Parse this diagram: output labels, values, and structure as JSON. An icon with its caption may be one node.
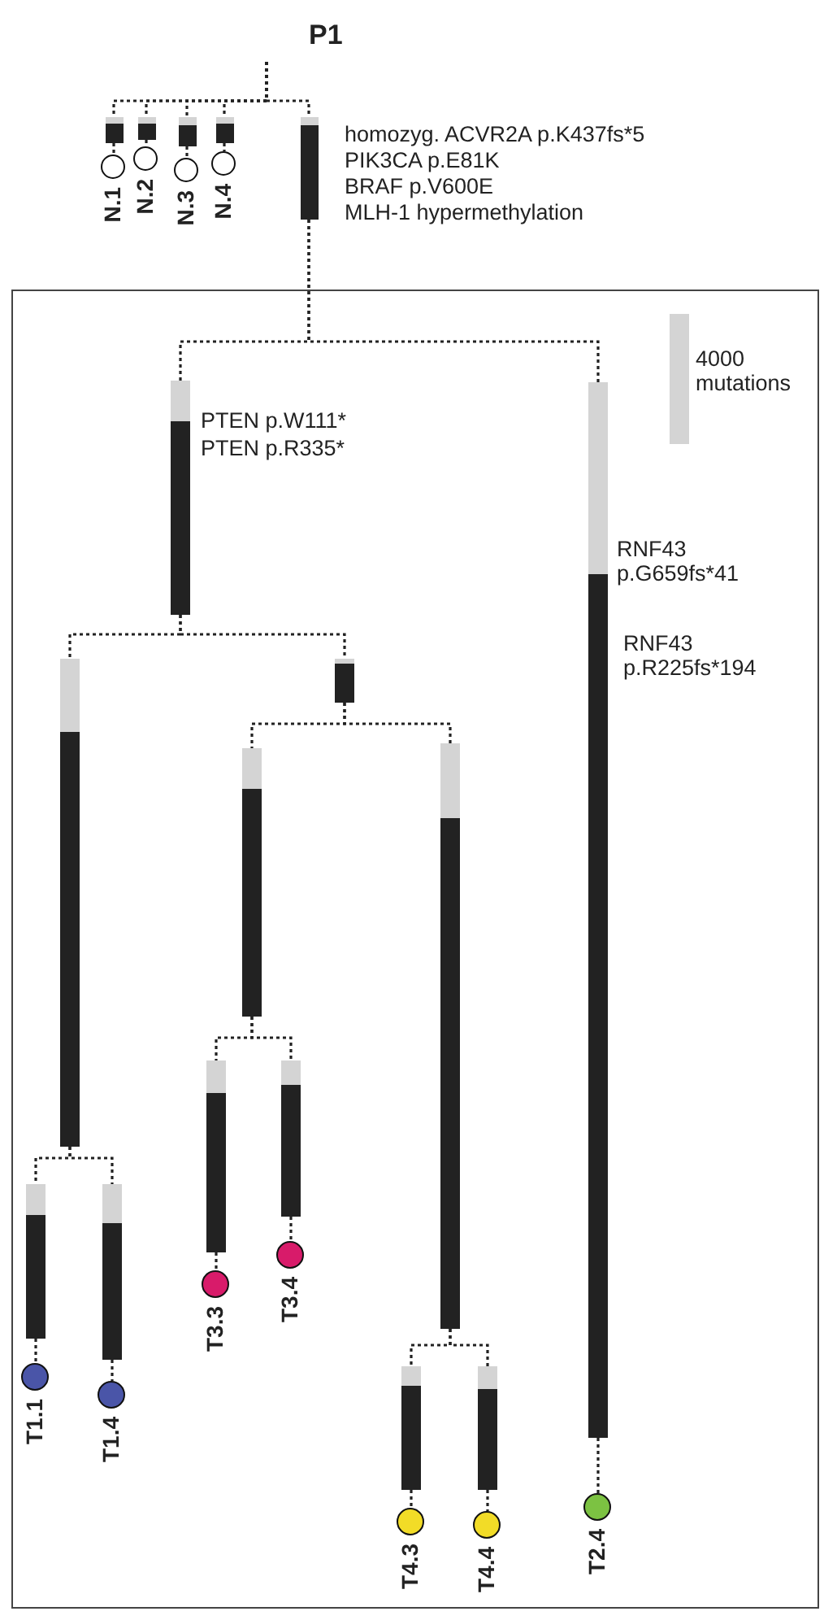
{
  "diagram": {
    "title": "P1",
    "nodes": [
      {
        "text": [],
        "shape": "bar"
      },
      {
        "text": [],
        "shape": "bar"
      },
      {
        "text": [],
        "shape": "bar"
      },
      {
        "text": [],
        "shape": "bar"
      },
      {
        "text": [],
        "shape": "bar",
        "beside": [
          "homozyg. ACVR2A p.K437fs*5",
          "PIK3CA p.E81K",
          "BRAF p.V600E",
          "MLH-1 hypermethylation"
        ]
      },
      {
        "text": [
          "N.1"
        ]
      },
      {
        "text": [
          "N.2"
        ]
      },
      {
        "text": [
          "N.3"
        ]
      },
      {
        "text": [
          "N.4"
        ]
      },
      {
        "text": [],
        "shape": "box"
      },
      {
        "text": [],
        "shape": "bar",
        "in": 9,
        "beside": [
          "PTEN p.W111*",
          "PTEN p.R335*"
        ]
      },
      {
        "text": [],
        "shape": "bar",
        "in": 9,
        "beside": [
          "RNF43 p.G659fs*41",
          "RNF43 p.R225fs*194"
        ]
      },
      {
        "text": [],
        "shape": "bar",
        "in": 9
      },
      {
        "text": [],
        "shape": "bar",
        "in": 9
      },
      {
        "text": [],
        "shape": "bar",
        "in": 9
      },
      {
        "text": [],
        "shape": "bar",
        "in": 9
      },
      {
        "text": [],
        "shape": "bar",
        "in": 9
      },
      {
        "text": [],
        "shape": "bar",
        "in": 9
      },
      {
        "text": [],
        "shape": "bar",
        "in": 9
      },
      {
        "text": [],
        "shape": "bar",
        "in": 9
      },
      {
        "text": [],
        "shape": "bar",
        "in": 9
      },
      {
        "text": [],
        "shape": "bar",
        "in": 9
      },
      {
        "text": [
          "T1.1"
        ],
        "in": 9
      },
      {
        "text": [
          "T1.4"
        ],
        "in": 9
      },
      {
        "text": [
          "T3.3"
        ],
        "in": 9
      },
      {
        "text": [
          "T3.4"
        ],
        "in": 9
      },
      {
        "text": [
          "T4.3"
        ],
        "in": 9
      },
      {
        "text": [
          "T4.4"
        ],
        "in": 9
      },
      {
        "text": [
          "T2.4"
        ],
        "in": 9
      }
    ],
    "edges": [
      {
        "from": null,
        "to": 0,
        "arrow": "none"
      },
      {
        "from": null,
        "to": 1,
        "arrow": "none"
      },
      {
        "from": null,
        "to": 2,
        "arrow": "none"
      },
      {
        "from": null,
        "to": 3,
        "arrow": "none"
      },
      {
        "from": null,
        "to": 4,
        "arrow": "none"
      },
      {
        "from": 0,
        "to": 5,
        "arrow": "none"
      },
      {
        "from": 1,
        "to": 6,
        "arrow": "none"
      },
      {
        "from": 2,
        "to": 7,
        "arrow": "none"
      },
      {
        "from": 3,
        "to": 8,
        "arrow": "none"
      },
      {
        "from": 4,
        "to": 10,
        "arrow": "none"
      },
      {
        "from": 4,
        "to": 11,
        "arrow": "none"
      },
      {
        "from": 10,
        "to": 12,
        "arrow": "none"
      },
      {
        "from": 10,
        "to": 13,
        "arrow": "none"
      },
      {
        "from": 13,
        "to": 14,
        "arrow": "none"
      },
      {
        "from": 13,
        "to": 15,
        "arrow": "none"
      },
      {
        "from": 12,
        "to": 16,
        "arrow": "none"
      },
      {
        "from": 12,
        "to": 17,
        "arrow": "none"
      },
      {
        "from": 14,
        "to": 18,
        "arrow": "none"
      },
      {
        "from": 14,
        "to": 19,
        "arrow": "none"
      },
      {
        "from": 15,
        "to": 20,
        "arrow": "none"
      },
      {
        "from": 15,
        "to": 21,
        "arrow": "none"
      },
      {
        "from": 16,
        "to": 22,
        "arrow": "none"
      },
      {
        "from": 17,
        "to": 23,
        "arrow": "none"
      },
      {
        "from": 18,
        "to": 24,
        "arrow": "none"
      },
      {
        "from": 19,
        "to": 25,
        "arrow": "none"
      },
      {
        "from": 20,
        "to": 26,
        "arrow": "none"
      },
      {
        "from": 21,
        "to": 27,
        "arrow": "none"
      },
      {
        "from": 11,
        "to": 28,
        "arrow": "none"
      }
    ],
    "legend": [
      {
        "text": "4000 mutations",
        "color": "#d4d4d4"
      }
    ]
  }
}
